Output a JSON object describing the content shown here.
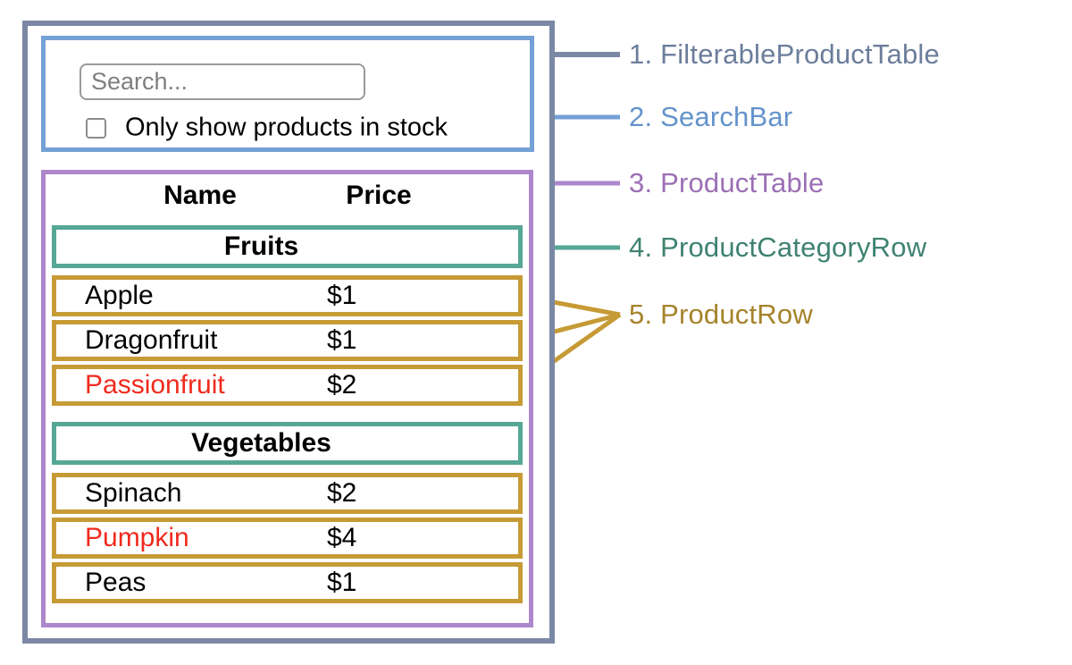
{
  "colors": {
    "container_border": "#7B88A5",
    "container_label": "#6C7D9B",
    "searchbar_border": "#74A1D6",
    "searchbar_label": "#6493CB",
    "table_border": "#AC87CB",
    "table_label": "#9C6FB5",
    "category_border": "#57A796",
    "category_label": "#3F8271",
    "row_border": "#C69B36",
    "row_label": "#A6832B",
    "out_of_stock_text": "#EF2B1E",
    "in_stock_text": "#000000"
  },
  "search_bar": {
    "input_placeholder": "Search...",
    "input_value": "",
    "checkbox_label": "Only show products in stock",
    "checkbox_checked": false
  },
  "product_table": {
    "headers": {
      "name": "Name",
      "price": "Price"
    },
    "sections": [
      {
        "category": "Fruits",
        "rows": [
          {
            "name": "Apple",
            "price": "$1",
            "name_color": "#000000"
          },
          {
            "name": "Dragonfruit",
            "price": "$1",
            "name_color": "#000000"
          },
          {
            "name": "Passionfruit",
            "price": "$2",
            "name_color": "#EF2B1E"
          }
        ]
      },
      {
        "category": "Vegetables",
        "rows": [
          {
            "name": "Spinach",
            "price": "$2",
            "name_color": "#000000"
          },
          {
            "name": "Pumpkin",
            "price": "$4",
            "name_color": "#EF2B1E"
          },
          {
            "name": "Peas",
            "price": "$1",
            "name_color": "#000000"
          }
        ]
      }
    ]
  },
  "annotations": [
    {
      "text": "1. FilterableProductTable",
      "color": "#6C7D9B"
    },
    {
      "text": "2. SearchBar",
      "color": "#6493CB"
    },
    {
      "text": "3. ProductTable",
      "color": "#9C6FB5"
    },
    {
      "text": "4. ProductCategoryRow",
      "color": "#3F8271"
    },
    {
      "text": "5. ProductRow",
      "color": "#A6832B"
    }
  ]
}
